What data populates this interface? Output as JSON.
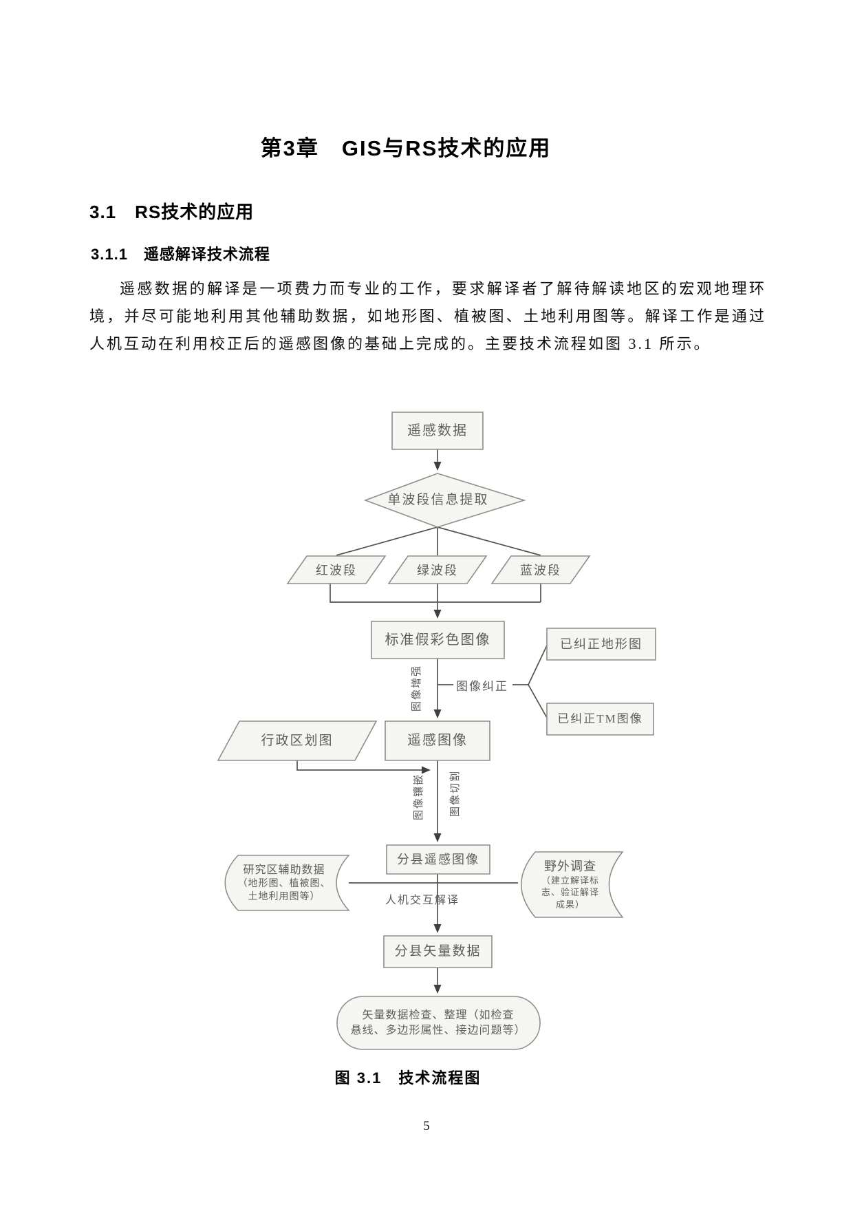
{
  "document": {
    "chapter_title": "第3章　GIS与RS技术的应用",
    "section_heading": "3.1　RS技术的应用",
    "subsection_heading": "3.1.1　遥感解译技术流程",
    "paragraph": "遥感数据的解译是一项费力而专业的工作，要求解译者了解待解读地区的宏观地理环境，并尽可能地利用其他辅助数据，如地形图、植被图、土地利用图等。解译工作是通过人机互动在利用校正后的遥感图像的基础上完成的。主要技术流程如图 3.1 所示。",
    "figure_caption": "图 3.1　技术流程图",
    "page_number": "5"
  },
  "flowchart": {
    "nodes": {
      "remote_sensing_data": "遥感数据",
      "single_band_extraction": "单波段信息提取",
      "red_band": "红波段",
      "green_band": "绿波段",
      "blue_band": "蓝波段",
      "false_color_image": "标准假彩色图像",
      "corrected_topo_map": "已纠正地形图",
      "corrected_tm_image": "已纠正TM图像",
      "admin_division_map": "行政区划图",
      "remote_sensing_image": "遥感图像",
      "county_rs_image": "分县遥感图像",
      "aux_data_line1": "研究区辅助数据",
      "aux_data_line2": "（地形图、植被图、",
      "aux_data_line3": "土地利用图等）",
      "field_survey_line1": "野外调查",
      "field_survey_line2": "（建立解译标",
      "field_survey_line3": "志、验证解译",
      "field_survey_line4": "成果）",
      "county_vector_data": "分县矢量数据",
      "vector_check_line1": "矢量数据检查、整理（如检查",
      "vector_check_line2": "悬线、多边形属性、接边问题等）"
    },
    "edge_labels": {
      "image_correction": "图像纠正",
      "image_enhancement": "图像增强",
      "image_mosaic": "图像镶嵌",
      "image_clipping": "图像切割",
      "interactive_interpretation": "人机交互解译"
    },
    "edges": [
      {
        "from": "remote_sensing_data",
        "to": "single_band_extraction"
      },
      {
        "from": "single_band_extraction",
        "to": "red_band"
      },
      {
        "from": "single_band_extraction",
        "to": "green_band"
      },
      {
        "from": "single_band_extraction",
        "to": "blue_band"
      },
      {
        "from": "red_band",
        "to": "false_color_image"
      },
      {
        "from": "green_band",
        "to": "false_color_image"
      },
      {
        "from": "blue_band",
        "to": "false_color_image"
      },
      {
        "from": "false_color_image",
        "to": "remote_sensing_image",
        "label": "图像增强 / 图像纠正"
      },
      {
        "from": "corrected_topo_map",
        "to": "false_color_image",
        "label": "图像纠正"
      },
      {
        "from": "corrected_tm_image",
        "to": "false_color_image",
        "label": "图像纠正"
      },
      {
        "from": "admin_division_map",
        "to": "remote_sensing_image"
      },
      {
        "from": "remote_sensing_image",
        "to": "county_rs_image",
        "label": "图像镶嵌 / 图像切割"
      },
      {
        "from": "aux_data",
        "to": "county_rs_image",
        "label": "人机交互解译"
      },
      {
        "from": "field_survey",
        "to": "county_rs_image",
        "label": "人机交互解译"
      },
      {
        "from": "county_rs_image",
        "to": "county_vector_data",
        "label": "人机交互解译"
      },
      {
        "from": "county_vector_data",
        "to": "vector_check"
      }
    ],
    "colors": {
      "shape_fill": "#f5f5f2",
      "shape_border": "#8f8e8a",
      "shape_text": "#5f5e59",
      "connector": "#4e4d49"
    }
  }
}
